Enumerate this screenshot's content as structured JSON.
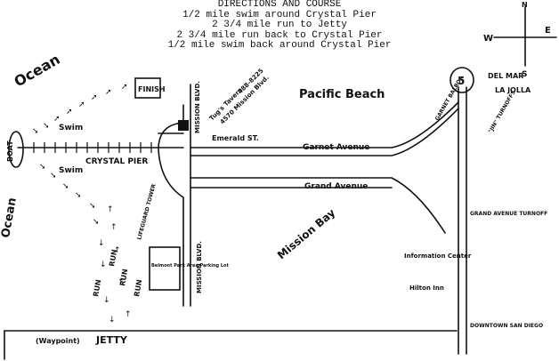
{
  "title": "DIRECTIONS AND COURSE",
  "course": [
    "1/2 mile swim around Crystal Pier",
    "2 3/4 mile run to Jetty",
    "2 3/4 mile run back to Crystal Pier",
    "1/2 mile swim back around Crystal Pier"
  ],
  "labels": {
    "ocean_top": "Ocean",
    "ocean_bottom": "Ocean",
    "finish": "FINISH",
    "boat": "BOAT",
    "swim_upper": "Swim",
    "swim_lower": "Swim",
    "crystal_pier": "CRYSTAL PIER",
    "mission_blvd_top": "MISSION BLVD.",
    "mission_blvd_bottom": "MISSION BLVD.",
    "tavern": "Tug's Tavern",
    "tavern_address": "4570 Mission Blvd.",
    "tavern_phone": "488-8225",
    "emerald_st": "Emerald ST.",
    "pacific_beach": "Pacific Beach",
    "garnet_avenue": "Garnet Avenue",
    "grand_avenue": "Grand Avenue",
    "mission_bay": "Mission Bay",
    "lifeguard_tower": "LIFEGUARD TOWER",
    "parking_lot": "Belmont Park Area Parking Lot",
    "run_1": "RUN",
    "run_2": "RUN",
    "run_3": "RUN",
    "run_4": "RUN",
    "jetty": "JETTY",
    "waypoint": "(Waypoint)",
    "garnet_balboa": "GARNET BALBOA",
    "jin_turnoffs": "\"JIN\" TURNOFFS",
    "grand_avenue_turnoff": "GRAND AVENUE TURNOFF",
    "information_center": "Information Center",
    "hilton_inn": "Hilton Inn",
    "downtown": "DOWNTOWN SAN DIEGO",
    "del_mar": "DEL MAR",
    "la_jolla": "LA JOLLA",
    "freeway": "5",
    "compass_w": "W",
    "compass_e": "E",
    "compass_s": "S",
    "compass_n": "N"
  }
}
